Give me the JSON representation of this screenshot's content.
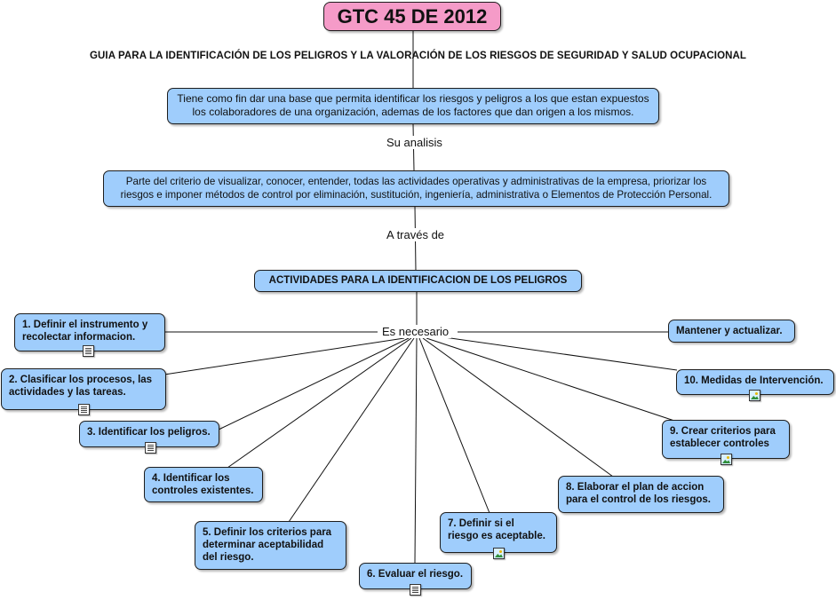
{
  "title": "GTC 45 DE 2012",
  "subtitle": "GUIA PARA LA IDENTIFICACIÓN DE LOS PELIGROS Y LA VALORACIÓN DE LOS RIESGOS DE SEGURIDAD Y SALUD OCUPACIONAL",
  "purpose": {
    "line1": "Tiene como fin dar una base que permita identificar los riesgos y peligros a los que estan expuestos",
    "line2": "los colaboradores de una organización, ademas de los factores que dan origen a los mismos."
  },
  "link_analysis": "Su analisis",
  "criteria": {
    "line1": "Parte del criterio de visualizar, conocer, entender, todas las actividades operativas y administrativas de la empresa, priorizar los",
    "line2": "riesgos e imponer métodos de control por eliminación, sustitución, ingeniería, administrativa o Elementos de Protección Personal."
  },
  "link_through": "A través de",
  "activities": "ACTIVIDADES PARA LA IDENTIFICACION DE LOS PELIGROS",
  "link_necessary": "Es necesario",
  "steps": [
    {
      "l1": "1. Definir el instrumento y",
      "l2": "recolectar informacion.",
      "icon": "document-icon"
    },
    {
      "l1": "2. Clasificar los procesos, las",
      "l2": "actividades y las tareas.",
      "icon": "document-icon"
    },
    {
      "l1": "3. Identificar los peligros.",
      "l2": "",
      "icon": "document-icon"
    },
    {
      "l1": "4. Identificar los",
      "l2": "controles existentes.",
      "icon": ""
    },
    {
      "l1": "5. Definir los criterios para",
      "l2": "determinar aceptabilidad",
      "l3": "del riesgo.",
      "icon": ""
    },
    {
      "l1": "6. Evaluar el riesgo.",
      "l2": "",
      "icon": "document-icon"
    },
    {
      "l1": "7. Definir si el",
      "l2": "riesgo es aceptable.",
      "icon": "image-icon"
    },
    {
      "l1": "8. Elaborar el plan de accion",
      "l2": "para el control de los riesgos.",
      "icon": ""
    },
    {
      "l1": "9. Crear criterios para",
      "l2": "establecer controles",
      "icon": "image-icon"
    },
    {
      "l1": "10. Medidas de Intervención.",
      "l2": "",
      "icon": "image-icon"
    },
    {
      "l1": "Mantener y actualizar.",
      "l2": "",
      "icon": ""
    }
  ]
}
